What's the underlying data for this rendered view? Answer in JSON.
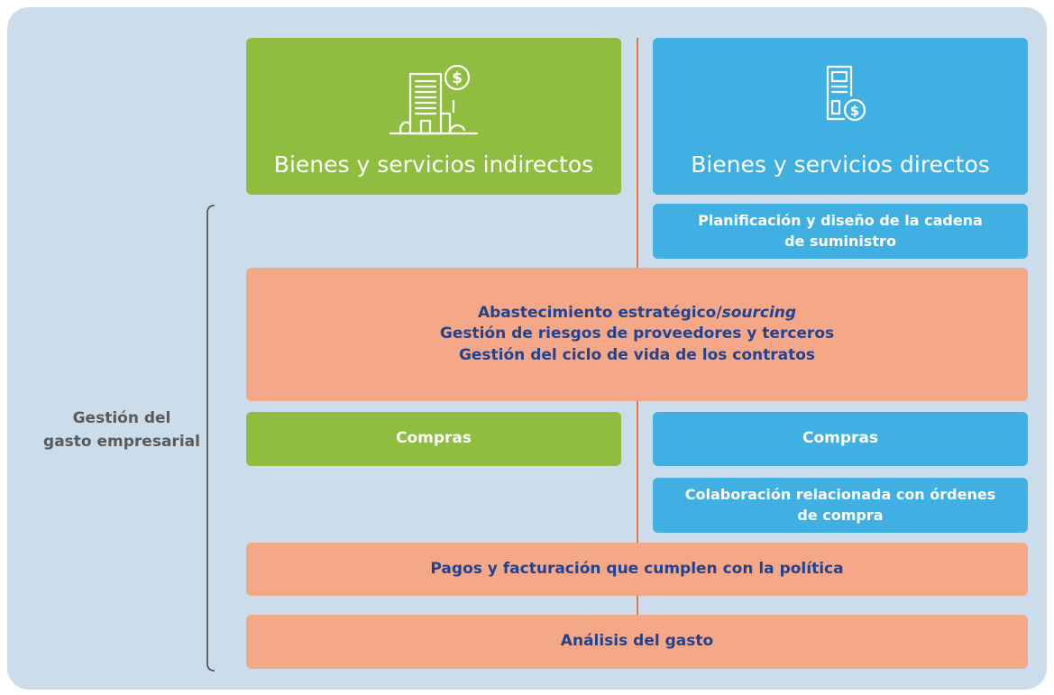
{
  "colors": {
    "background_panel": "#cbdcea",
    "indirect_green": "#8fbd3f",
    "direct_blue": "#3fb0e1",
    "shared_salmon": "#f5a887",
    "shared_text": "#23438f",
    "divider_orange": "#e8744a",
    "side_label_text": "#5a5a5a"
  },
  "side_label": {
    "line1": "Gestión del",
    "line2": "gasto empresarial"
  },
  "headers": {
    "indirect": {
      "title": "Bienes y servicios indirectos",
      "icon": "building-dollar-icon"
    },
    "direct": {
      "title": "Bienes y servicios directos",
      "icon": "document-dollar-icon"
    }
  },
  "boxes": {
    "supply_chain": {
      "line1": "Planificación y diseño de la cadena",
      "line2": "de suministro"
    },
    "strategic": {
      "line1_prefix": "Abastecimiento estratégico/",
      "line1_italic": "sourcing",
      "line2": "Gestión de riesgos de proveedores y terceros",
      "line3": "Gestión del ciclo de vida de los contratos"
    },
    "purchases_indirect": "Compras",
    "purchases_direct": "Compras",
    "po_collaboration": {
      "line1": "Colaboración relacionada con órdenes",
      "line2": "de compra"
    },
    "payments": "Pagos y facturación que cumplen con la política",
    "spend_analysis": "Análisis del gasto"
  }
}
